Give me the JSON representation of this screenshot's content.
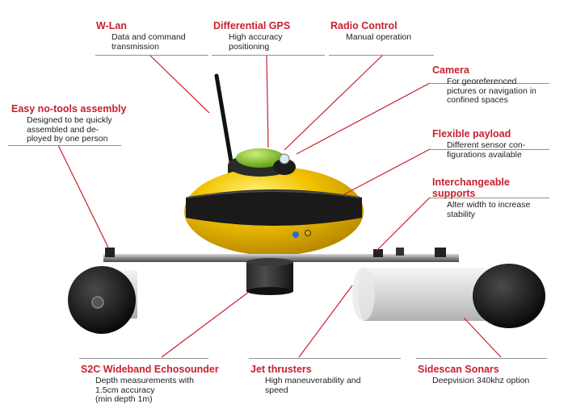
{
  "colors": {
    "title_red": "#c8202f",
    "body_yellow": "#f2c200",
    "dome_green": "#7cc520",
    "band_black": "#1a1a1a",
    "pontoon_grey": "#d6d6d6"
  },
  "callouts": {
    "wlan": {
      "title": "W-Lan",
      "desc": "Data and command\ntransmission"
    },
    "dgps": {
      "title": "Differential GPS",
      "desc": "High accuracy\npositioning"
    },
    "radio": {
      "title": "Radio Control",
      "desc": "Manual operation"
    },
    "camera": {
      "title": "Camera",
      "desc": "For georeferenced\npictures or navigation in\nconfined spaces"
    },
    "easy": {
      "title": "Easy no-tools assembly",
      "desc": "Designed to be quickly\nassembled and de-\nployed by one person"
    },
    "payload": {
      "title": "Flexible payload",
      "desc": "Different sensor con-\nfigurations available"
    },
    "supports": {
      "title": "Interchangeable\nsupports",
      "desc": "Alter width to increase\nstability"
    },
    "echo": {
      "title": "S2C Wideband Echosounder",
      "desc": "Depth measurements with\n1.5cm accuracy\n(min depth 1m)"
    },
    "jet": {
      "title": "Jet thrusters",
      "desc": "High maneuverability and\nspeed"
    },
    "sonar": {
      "title": "Sidescan Sonars",
      "desc": "Deepvision 340khz option"
    }
  }
}
